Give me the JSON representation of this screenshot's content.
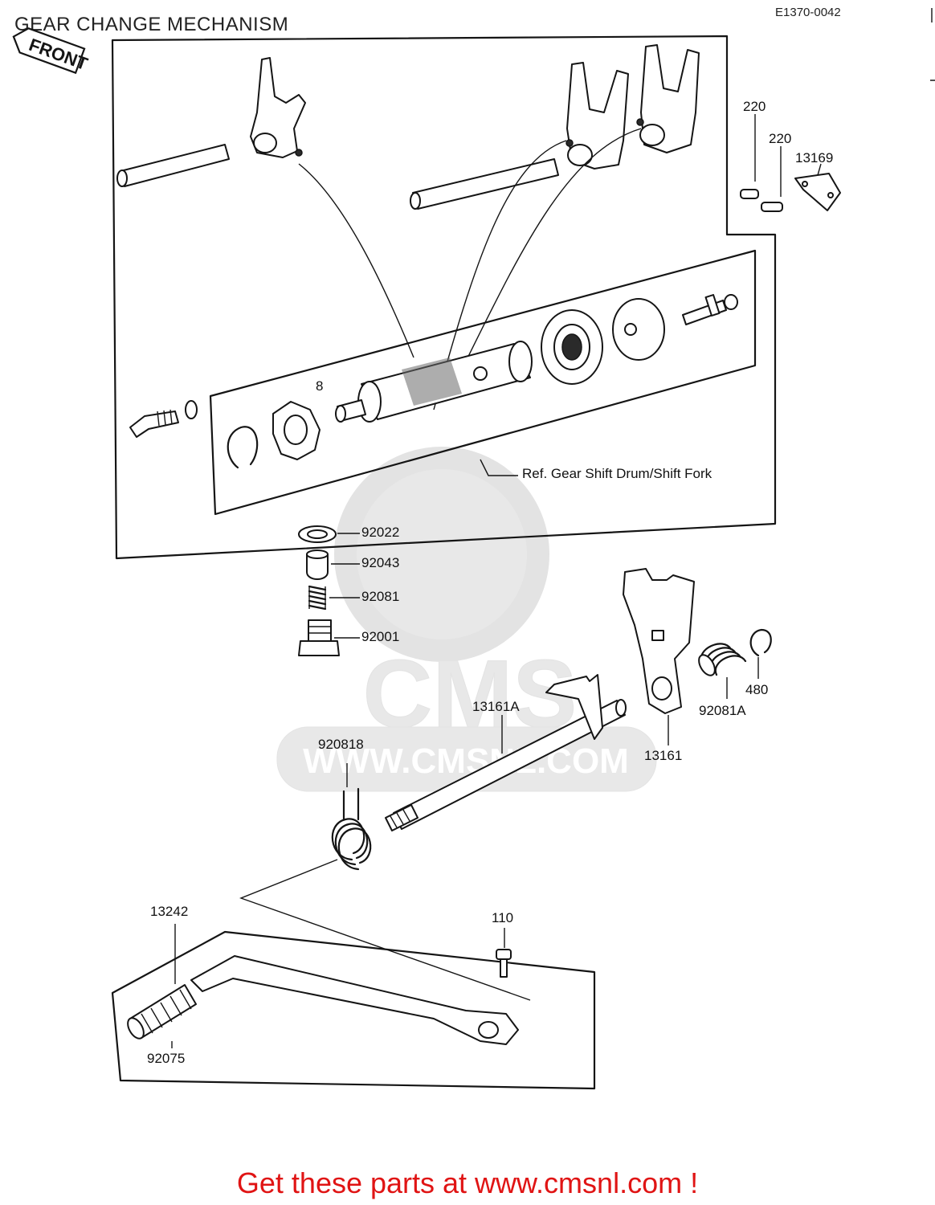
{
  "title": "GEAR CHANGE MECHANISM",
  "diagram_code": "E1370-0042",
  "front_label": "FRONT",
  "reference_note": "Ref. Gear Shift Drum/Shift Fork",
  "watermark": {
    "logo_text": "CMS",
    "url_text": "WWW.CMSNL.COM"
  },
  "part_labels": {
    "p220a": "220",
    "p220b": "220",
    "p13169": "13169",
    "p92022": "92022",
    "p92043": "92043",
    "p92081": "92081",
    "p92001": "92001",
    "p13161A": "13161A",
    "p92081B": "920818",
    "p13161": "13161",
    "p92081A": "92081A",
    "p480": "480",
    "p13242": "13242",
    "p110": "110",
    "p92075": "92075",
    "p8": "8"
  },
  "footer": "Get these parts at www.cmsnl.com !"
}
